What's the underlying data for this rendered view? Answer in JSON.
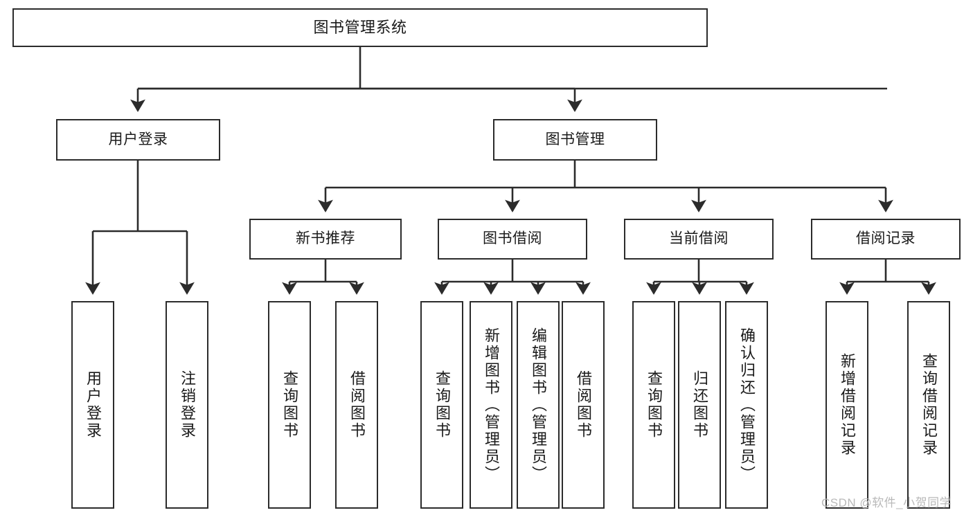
{
  "diagram": {
    "title": "图书管理系统",
    "type": "functional-structure-tree",
    "watermark": "CSDN @软件_小贺同学",
    "colors": {
      "box_border": "#2b2b2b",
      "box_fill": "#ffffff",
      "line": "#2b2b2b",
      "text": "#1a1a1a",
      "watermark": "#b9b9b9",
      "background": "#ffffff"
    }
  },
  "nodes": {
    "root": {
      "label": "图书管理系统"
    },
    "level2": [
      {
        "id": "user-login",
        "label": "用户登录"
      },
      {
        "id": "book-manage",
        "label": "图书管理"
      }
    ],
    "level3": [
      {
        "id": "new-book-recommend",
        "label": "新书推荐"
      },
      {
        "id": "book-borrow",
        "label": "图书借阅"
      },
      {
        "id": "current-borrow",
        "label": "当前借阅"
      },
      {
        "id": "borrow-record",
        "label": "借阅记录"
      }
    ],
    "leaves": {
      "user_login": [
        {
          "id": "leaf-user-login",
          "label": "用户登录"
        },
        {
          "id": "leaf-logout-login",
          "label": "注销登录"
        }
      ],
      "new_book_recommend": [
        {
          "id": "leaf-query-book-1",
          "label": "查询图书"
        },
        {
          "id": "leaf-borrow-book-1",
          "label": "借阅图书"
        }
      ],
      "book_borrow": [
        {
          "id": "leaf-query-book-2",
          "label": "查询图书"
        },
        {
          "id": "leaf-add-book",
          "label": "新增图书（管理员）"
        },
        {
          "id": "leaf-edit-book",
          "label": "编辑图书（管理员）"
        },
        {
          "id": "leaf-borrow-book-2",
          "label": "借阅图书"
        }
      ],
      "current_borrow": [
        {
          "id": "leaf-query-book-3",
          "label": "查询图书"
        },
        {
          "id": "leaf-return-book",
          "label": "归还图书"
        },
        {
          "id": "leaf-confirm-return",
          "label": "确认归还（管理员）"
        }
      ],
      "borrow_record": [
        {
          "id": "leaf-add-record",
          "label": "新增借阅记录"
        },
        {
          "id": "leaf-query-record",
          "label": "查询借阅记录"
        }
      ]
    }
  }
}
